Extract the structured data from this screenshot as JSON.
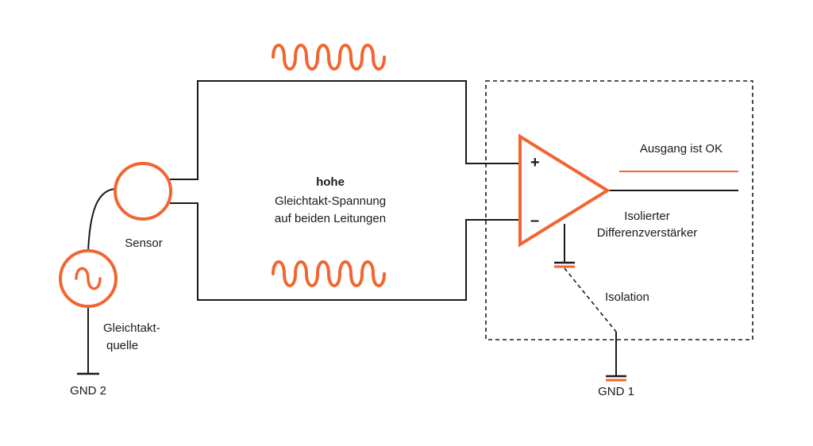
{
  "colors": {
    "accent": "#f26531",
    "wire": "#1a1a1a"
  },
  "labels": {
    "voltage_bold": "hohe",
    "voltage_line1": "Gleichtakt-Spannung",
    "voltage_line2": "auf beiden Leitungen",
    "sensor": "Sensor",
    "source_line1": "Gleichtakt-",
    "source_line2": "quelle",
    "gnd2": "GND 2",
    "gnd1": "GND 1",
    "output": "Ausgang ist OK",
    "amp_line1": "Isolierter",
    "amp_line2": "Differenzverstärker",
    "isolation": "Isolation",
    "plus": "+",
    "minus": "–"
  },
  "icons": {
    "noise_top": "sine-wave-icon",
    "noise_bottom": "sine-wave-icon",
    "source": "ac-source-icon",
    "amplifier": "op-amp-icon"
  }
}
